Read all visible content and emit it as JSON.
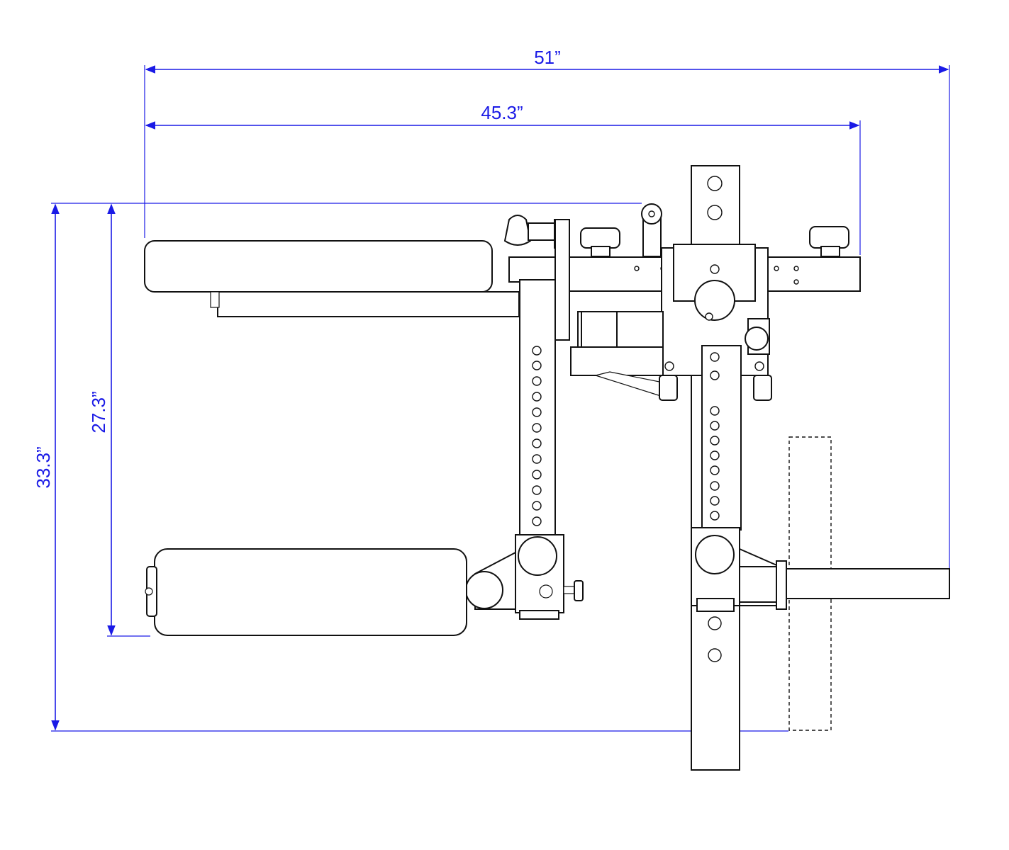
{
  "dimensions": {
    "overall_width": "51”",
    "inner_width": "45.3”",
    "overall_depth": "33.3”",
    "pad_span": "27.3”"
  },
  "colors": {
    "dimension": "#1a1ae6",
    "outline": "#111111",
    "background": "#ffffff"
  }
}
